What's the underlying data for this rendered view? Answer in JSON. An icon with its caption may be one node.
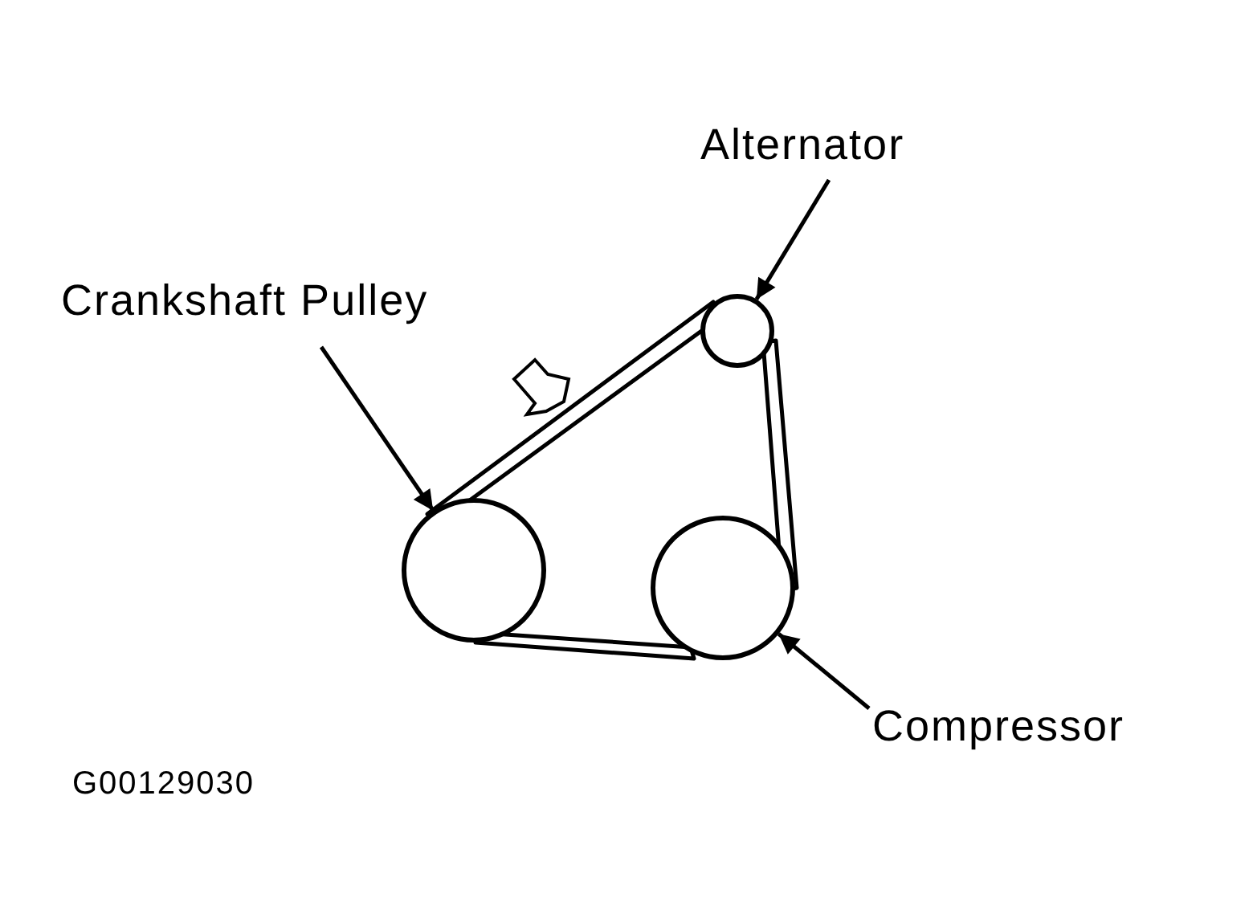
{
  "diagram": {
    "nodes": [
      {
        "text": [
          "Crankshaft Pulley"
        ]
      },
      {
        "text": [
          "Alternator"
        ]
      },
      {
        "text": [
          "Compressor"
        ]
      },
      {
        "text": [],
        "shape": "circle"
      },
      {
        "text": [],
        "shape": "circle"
      },
      {
        "text": [],
        "shape": "circle"
      }
    ],
    "edges": [
      {
        "from": 0,
        "to": 3,
        "arrow": "to"
      },
      {
        "from": 1,
        "to": 4,
        "arrow": "to"
      },
      {
        "from": 2,
        "to": 5,
        "arrow": "to"
      }
    ],
    "labels": [
      "G00129030"
    ]
  }
}
